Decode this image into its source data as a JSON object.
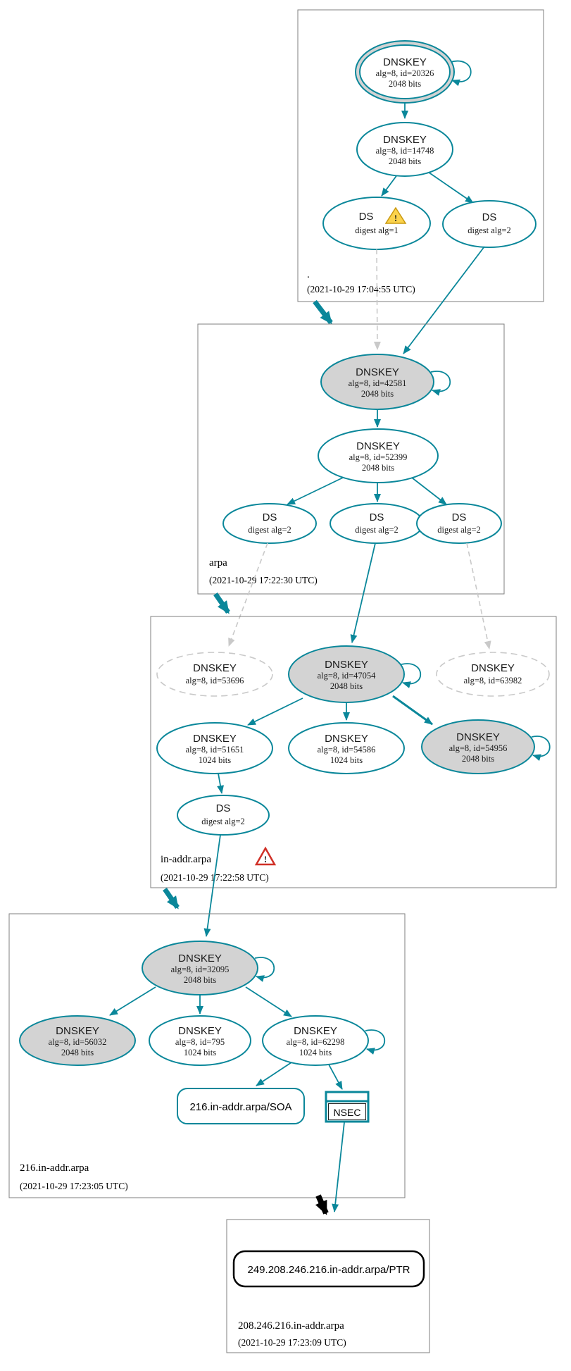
{
  "diagram": {
    "kind": "DNSSEC authentication chain (dnsviz)",
    "colors": {
      "secure_teal": "#0a879a",
      "node_gray_fill": "#d3d3d3",
      "dashed_gray": "#c9c9c9",
      "zone_box_border": "#7f7f7f",
      "insecure_black": "#000000",
      "warning_yellow": "#fbd34d",
      "error_red": "#d03027"
    }
  },
  "warnings": {
    "bang": "!"
  },
  "zones": {
    "root": {
      "label": ".",
      "timestamp": "(2021-10-29 17:04:55 UTC)",
      "ksk": {
        "type": "DNSKEY",
        "alg": "alg=8, id=20326",
        "bits": "2048 bits"
      },
      "zsk": {
        "type": "DNSKEY",
        "alg": "alg=8, id=14748",
        "bits": "2048 bits"
      },
      "ds1": {
        "type": "DS",
        "digest": "digest alg=1"
      },
      "ds2": {
        "type": "DS",
        "digest": "digest alg=2"
      }
    },
    "arpa": {
      "label": "arpa",
      "timestamp": "(2021-10-29 17:22:30 UTC)",
      "ksk": {
        "type": "DNSKEY",
        "alg": "alg=8, id=42581",
        "bits": "2048 bits"
      },
      "zsk": {
        "type": "DNSKEY",
        "alg": "alg=8, id=52399",
        "bits": "2048 bits"
      },
      "ds1": {
        "type": "DS",
        "digest": "digest alg=2"
      },
      "ds2": {
        "type": "DS",
        "digest": "digest alg=2"
      },
      "ds3": {
        "type": "DS",
        "digest": "digest alg=2"
      }
    },
    "in_addr_arpa": {
      "label": "in-addr.arpa",
      "timestamp": "(2021-10-29 17:22:58 UTC)",
      "missing_left": {
        "type": "DNSKEY",
        "alg": "alg=8, id=53696"
      },
      "ksk": {
        "type": "DNSKEY",
        "alg": "alg=8, id=47054",
        "bits": "2048 bits"
      },
      "missing_right": {
        "type": "DNSKEY",
        "alg": "alg=8, id=63982"
      },
      "key1": {
        "type": "DNSKEY",
        "alg": "alg=8, id=51651",
        "bits": "1024 bits"
      },
      "key2": {
        "type": "DNSKEY",
        "alg": "alg=8, id=54586",
        "bits": "1024 bits"
      },
      "key3": {
        "type": "DNSKEY",
        "alg": "alg=8, id=54956",
        "bits": "2048 bits"
      },
      "ds": {
        "type": "DS",
        "digest": "digest alg=2"
      }
    },
    "zone_216": {
      "label": "216.in-addr.arpa",
      "timestamp": "(2021-10-29 17:23:05 UTC)",
      "ksk": {
        "type": "DNSKEY",
        "alg": "alg=8, id=32095",
        "bits": "2048 bits"
      },
      "key1": {
        "type": "DNSKEY",
        "alg": "alg=8, id=56032",
        "bits": "2048 bits"
      },
      "key2": {
        "type": "DNSKEY",
        "alg": "alg=8, id=795",
        "bits": "1024 bits"
      },
      "zsk": {
        "type": "DNSKEY",
        "alg": "alg=8, id=62298",
        "bits": "1024 bits"
      },
      "soa": {
        "label": "216.in-addr.arpa/SOA"
      },
      "nsec": {
        "label": "NSEC"
      }
    },
    "target": {
      "label": "208.246.216.in-addr.arpa",
      "timestamp": "(2021-10-29 17:23:09 UTC)",
      "ptr": {
        "label": "249.208.246.216.in-addr.arpa/PTR"
      }
    }
  }
}
